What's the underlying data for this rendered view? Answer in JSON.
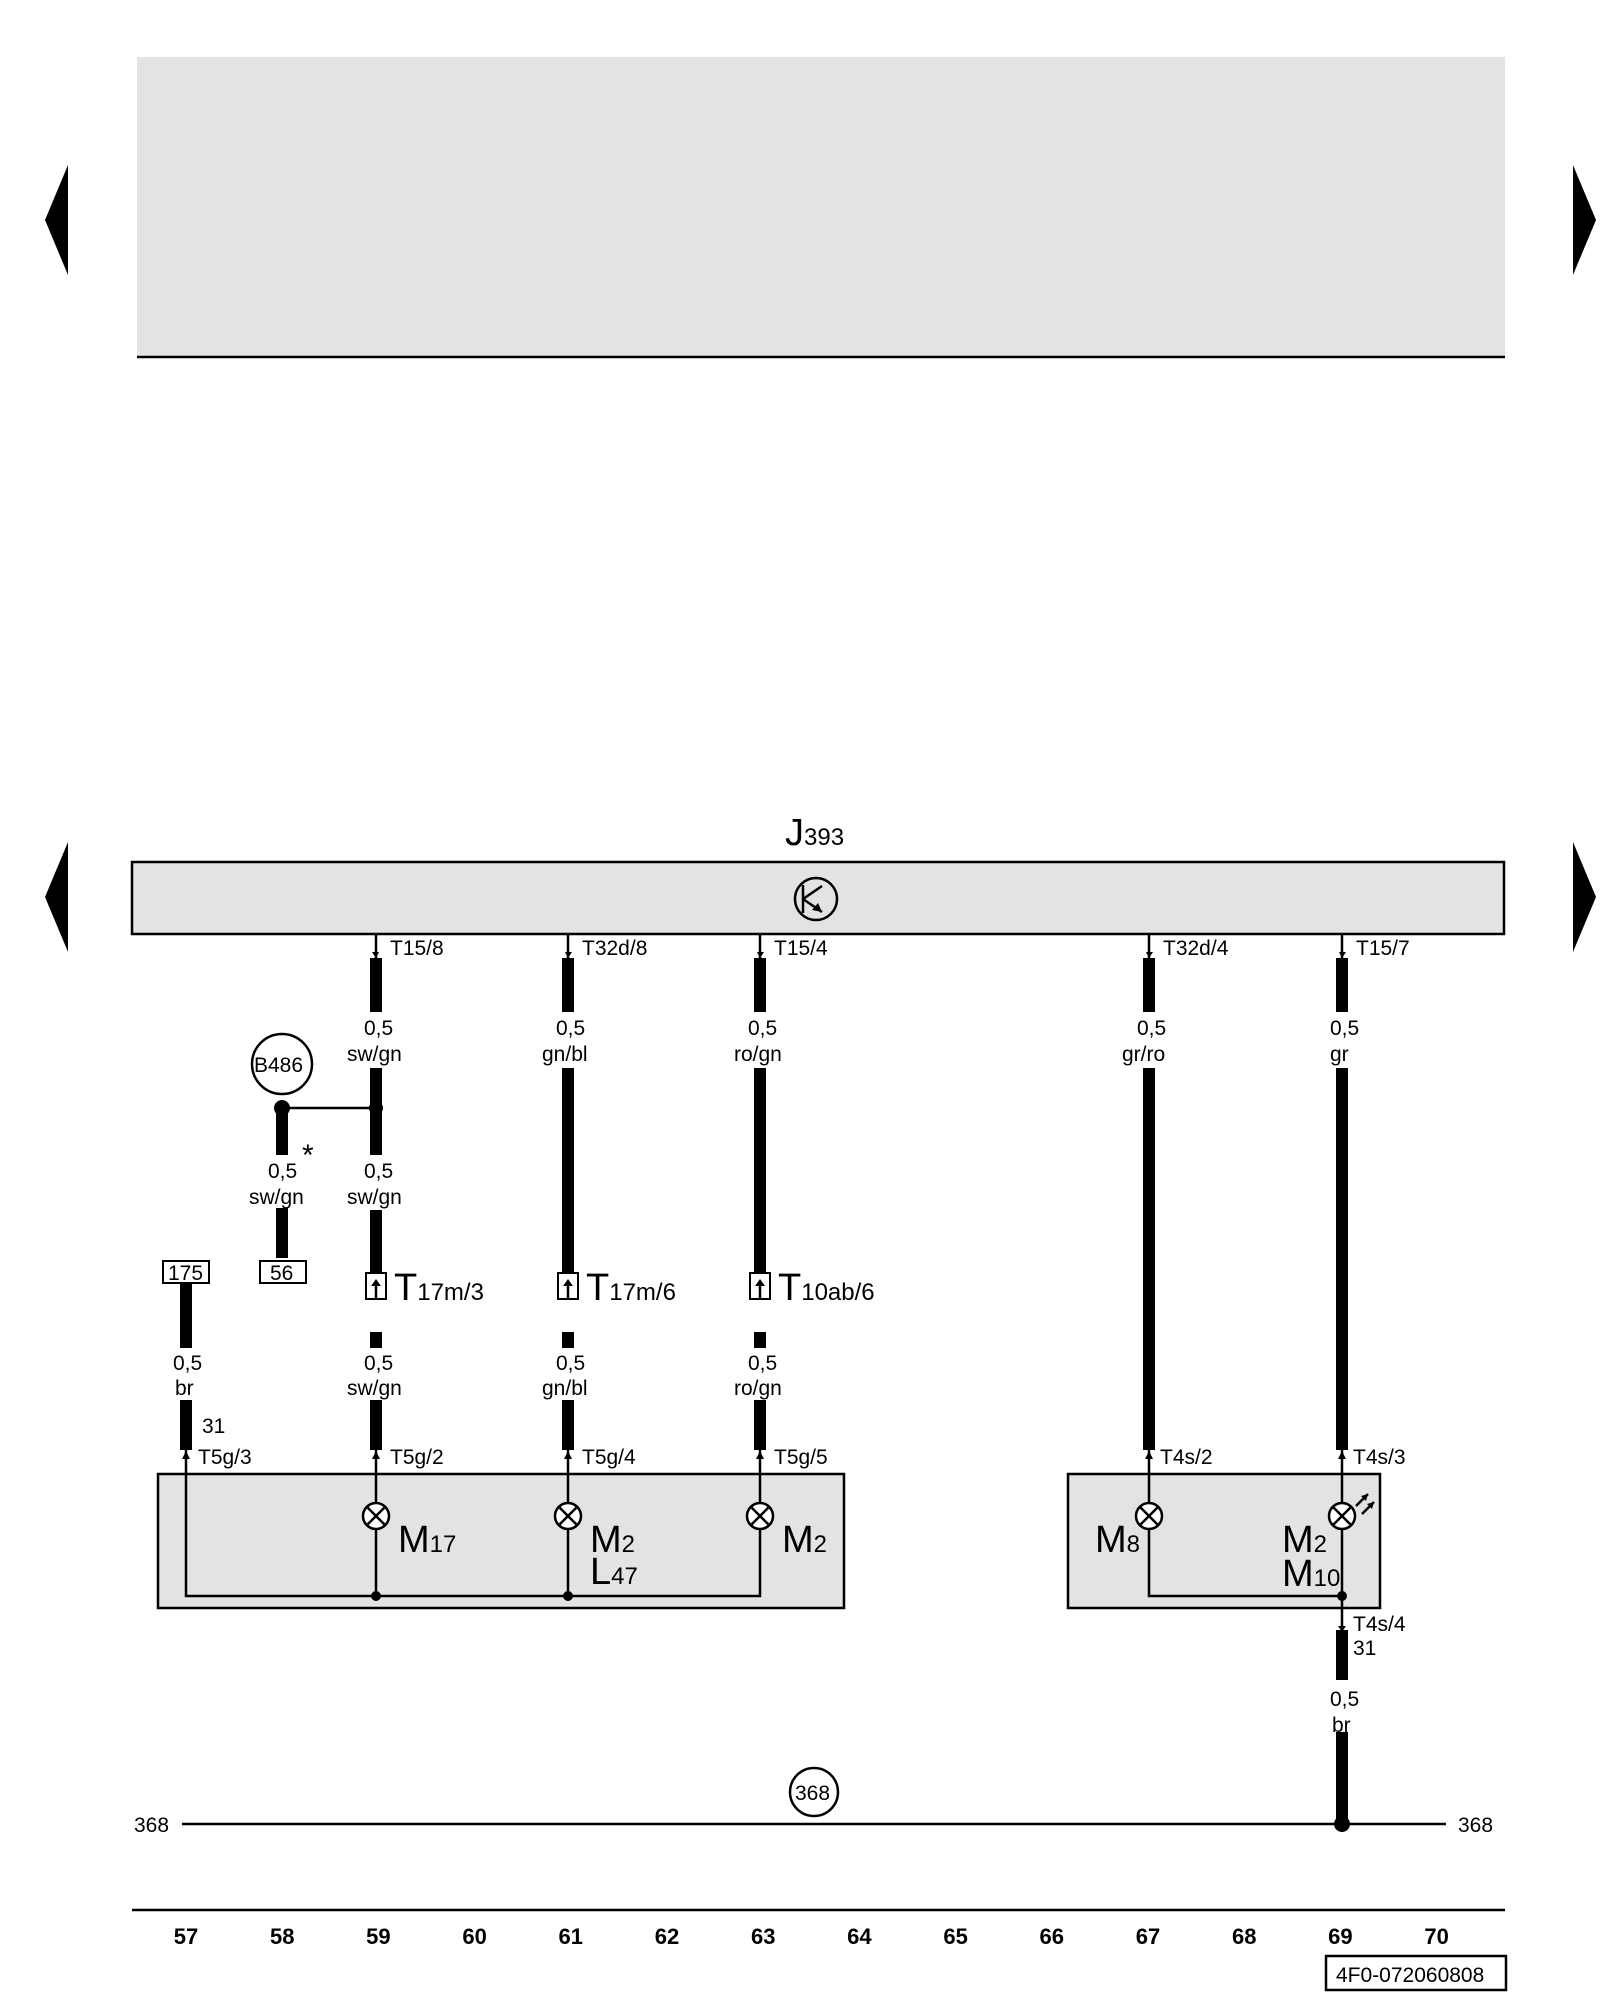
{
  "component_main": {
    "letter": "J",
    "sub": "393"
  },
  "ground_points": {
    "b486": "B486",
    "g368": "368"
  },
  "bus_label_left": "368",
  "bus_label_right": "368",
  "term": {
    "t175": "175",
    "t56": "56",
    "star": "*"
  },
  "pins": {
    "t15_8": "T15/8",
    "t32d_8": "T32d/8",
    "t15_4": "T15/4",
    "t32d_4": "T32d/4",
    "t15_7": "T15/7",
    "t5g_3": "T5g/3",
    "t5g_2": "T5g/2",
    "t5g_4": "T5g/4",
    "t5g_5": "T5g/5",
    "t4s_2": "T4s/2",
    "t4s_3": "T4s/3",
    "t4s_4": "T4s/4",
    "n31_a": "31",
    "n31_b": "31"
  },
  "connectors": {
    "t17m3": {
      "l": "T",
      "s": "17m/3"
    },
    "t17m6": {
      "l": "T",
      "s": "17m/6"
    },
    "t10ab6": {
      "l": "T",
      "s": "10ab/6"
    }
  },
  "wires": {
    "w59a": {
      "size": "0,5",
      "color": "sw/gn"
    },
    "w61a": {
      "size": "0,5",
      "color": "gn/bl"
    },
    "w63a": {
      "size": "0,5",
      "color": "ro/gn"
    },
    "w67": {
      "size": "0,5",
      "color": "gr/ro"
    },
    "w69a": {
      "size": "0,5",
      "color": "gr"
    },
    "w58": {
      "size": "0,5",
      "color": "sw/gn"
    },
    "w59b": {
      "size": "0,5",
      "color": "sw/gn"
    },
    "w57": {
      "size": "0,5",
      "color": "br"
    },
    "w59c": {
      "size": "0,5",
      "color": "sw/gn"
    },
    "w61c": {
      "size": "0,5",
      "color": "gn/bl"
    },
    "w63c": {
      "size": "0,5",
      "color": "ro/gn"
    },
    "w69b": {
      "size": "0,5",
      "color": "br"
    }
  },
  "components": {
    "m17": {
      "l": "M",
      "s": "17"
    },
    "m2a": {
      "l": "M",
      "s": "2"
    },
    "l47": {
      "l": "L",
      "s": "47"
    },
    "m2b": {
      "l": "M",
      "s": "2"
    },
    "m8": {
      "l": "M",
      "s": "8"
    },
    "m2c": {
      "l": "M",
      "s": "2"
    },
    "m10": {
      "l": "M",
      "s": "10"
    }
  },
  "columns": [
    "57",
    "58",
    "59",
    "60",
    "61",
    "62",
    "63",
    "64",
    "65",
    "66",
    "67",
    "68",
    "69",
    "70"
  ],
  "doc_code": "4F0-072060808"
}
